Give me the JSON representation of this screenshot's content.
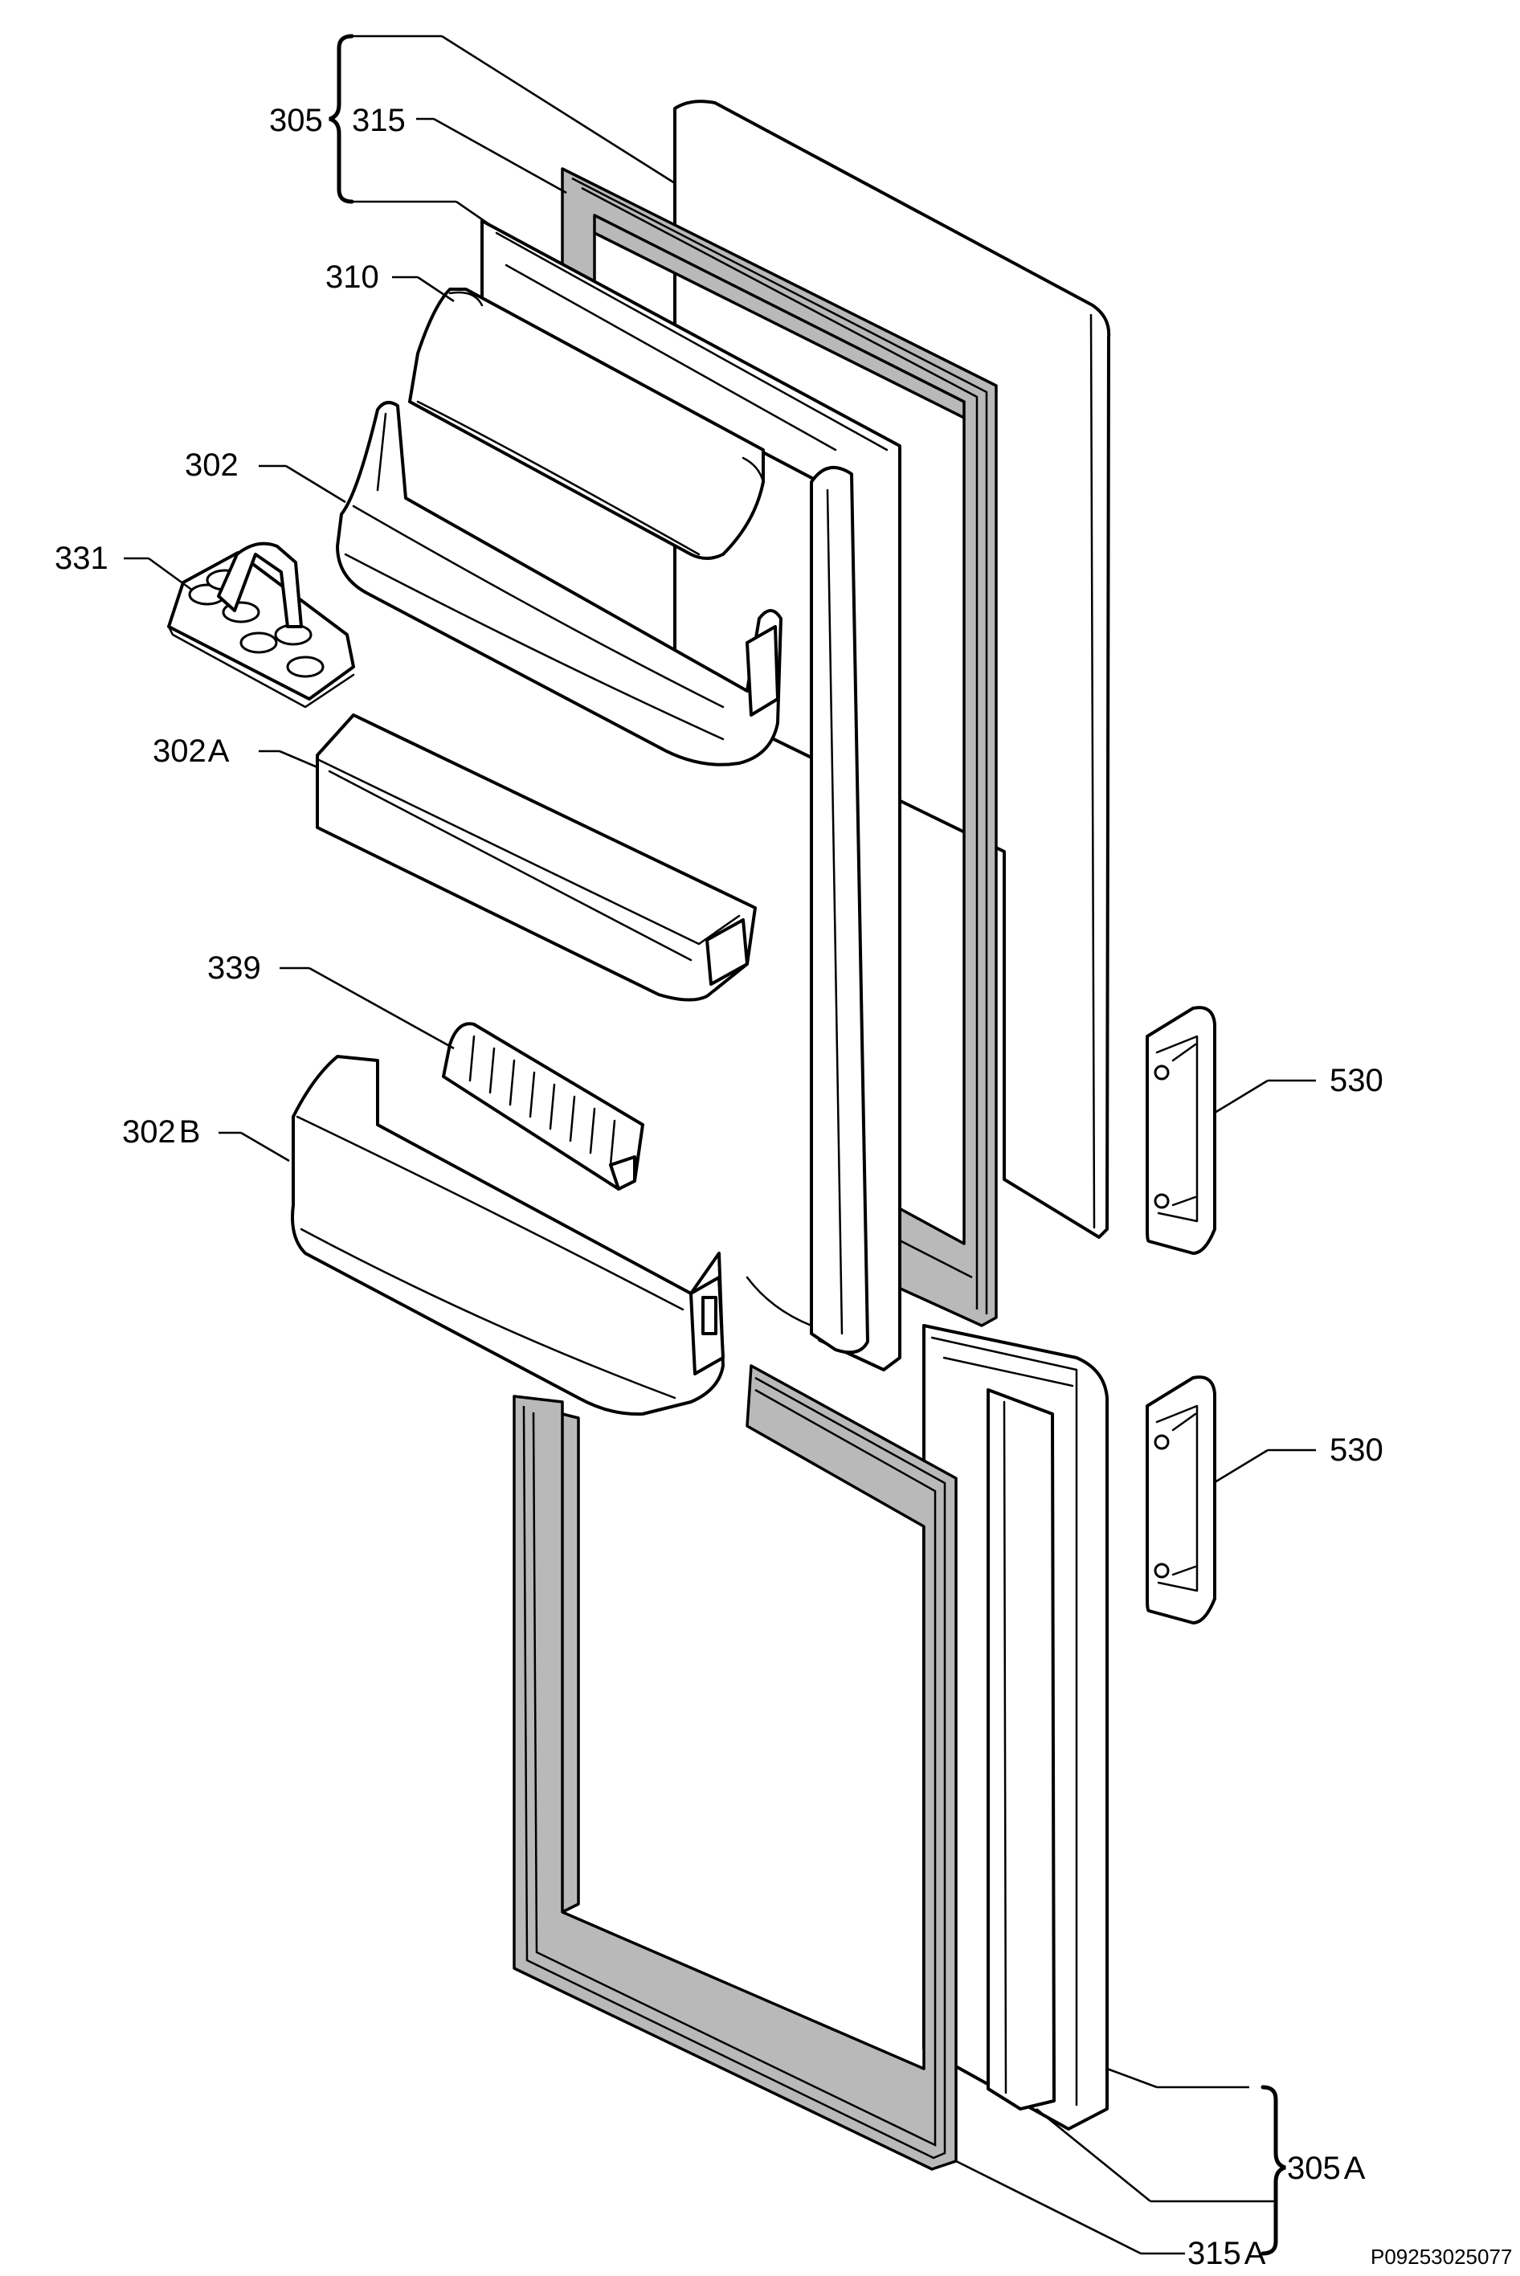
{
  "labels": {
    "l305": "305",
    "l315": "315",
    "l310": "310",
    "l302": "302",
    "l331": "331",
    "l302a_num": "302",
    "l302a_suf": "A",
    "l339": "339",
    "l302b_num": "302",
    "l302b_suf": "B",
    "l530_top": "530",
    "l530_bottom": "530",
    "l305a_num": "305",
    "l305a_suf": "A",
    "l315a_num": "315",
    "l315a_suf": "A"
  },
  "drawing_code": "P09253025077"
}
